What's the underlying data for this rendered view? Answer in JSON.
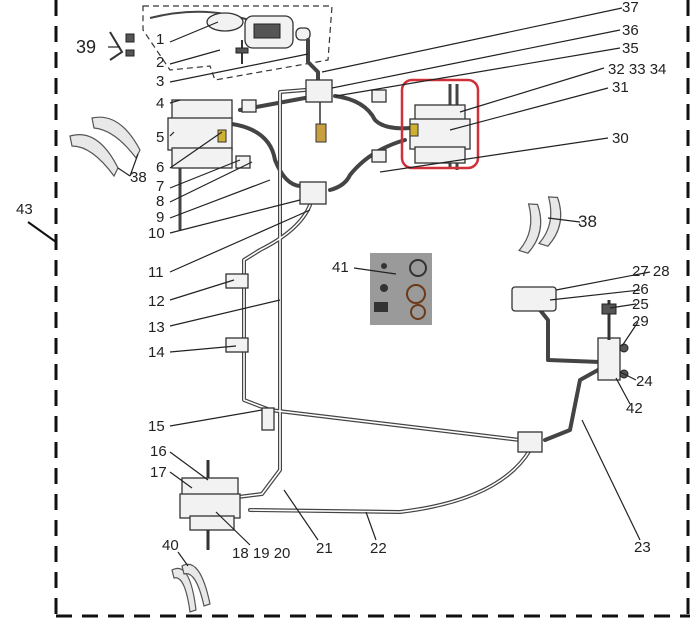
{
  "diagram": {
    "title": "Brake system parts diagram",
    "highlight_color": "#d0303a",
    "labels": {
      "l1": "1",
      "l2": "2",
      "l3": "3",
      "l4": "4",
      "l5": "5",
      "l6": "6",
      "l7": "7",
      "l8": "8",
      "l9": "9",
      "l10": "10",
      "l11": "11",
      "l12": "12",
      "l13": "13",
      "l14": "14",
      "l15": "15",
      "l16": "16",
      "l17": "17",
      "l18_20": "18 19 20",
      "l21": "21",
      "l22": "22",
      "l23": "23",
      "l24": "24",
      "l25": "25",
      "l26": "26",
      "l27_28": "27 28",
      "l29": "29",
      "l30": "30",
      "l31": "31",
      "l32_34": "32 33 34",
      "l35": "35",
      "l36": "36",
      "l37": "37",
      "l38a": "38",
      "l38b": "38",
      "l39": "39",
      "l40": "40",
      "l41": "41",
      "l42": "42",
      "l43": "43"
    }
  }
}
